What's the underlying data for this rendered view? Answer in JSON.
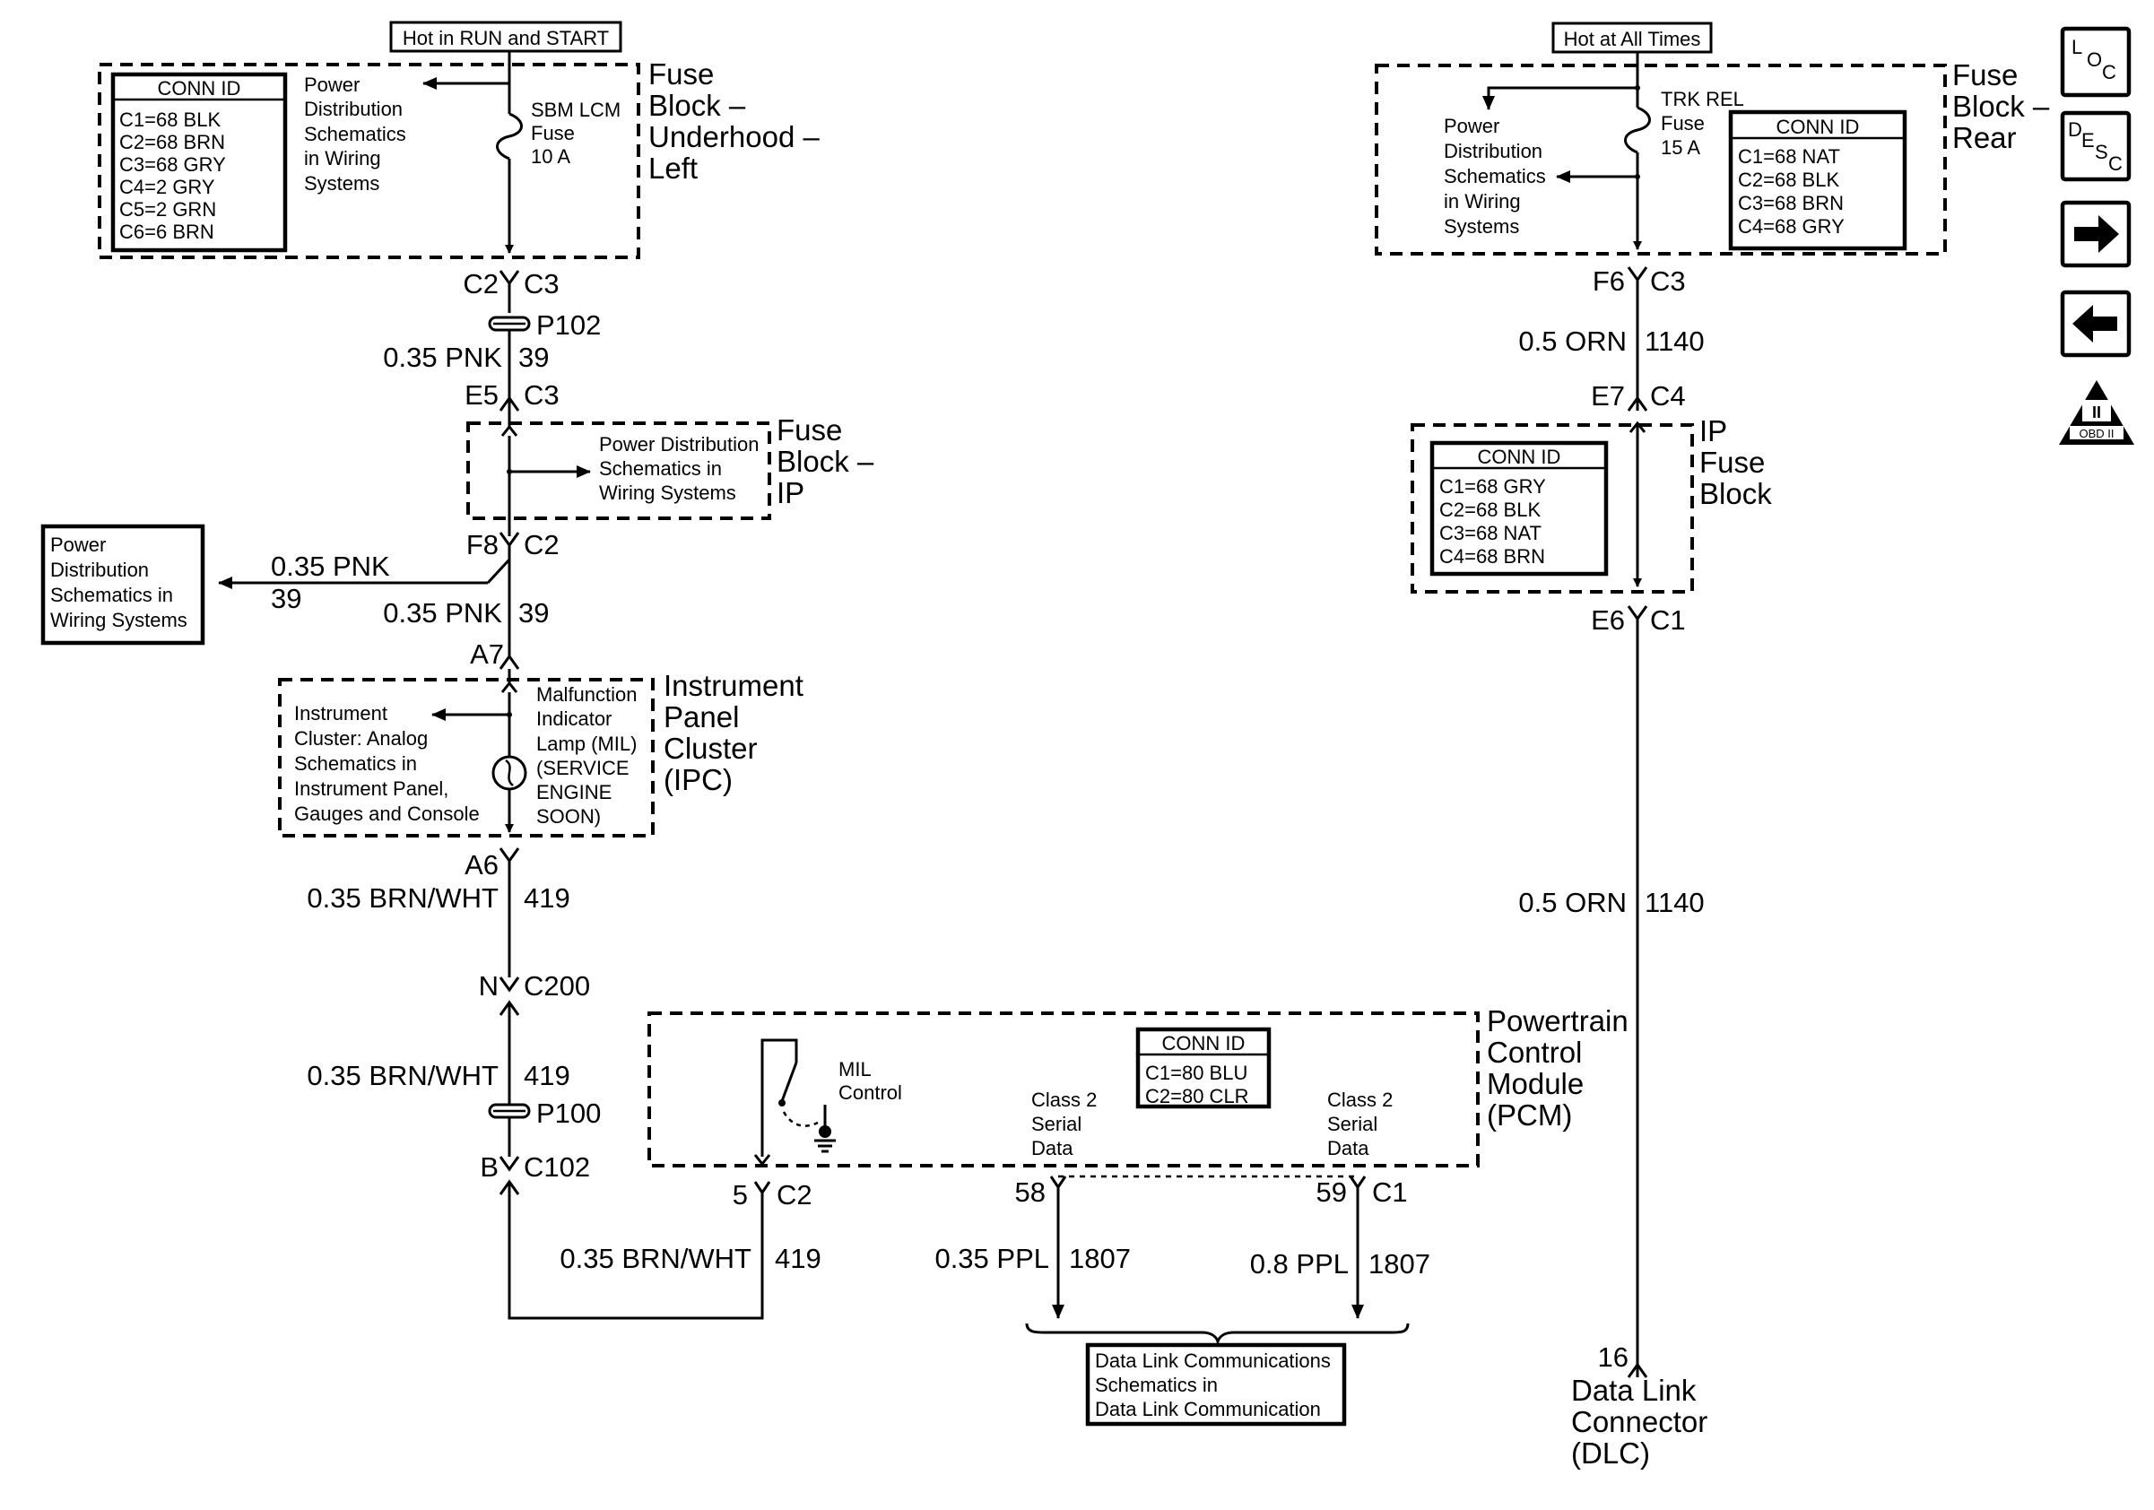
{
  "hot_run_start": "Hot in RUN and START",
  "hot_all_times": "Hot at All Times",
  "fbu": {
    "title": [
      "Fuse",
      "Block –",
      "Underhood –",
      "Left"
    ],
    "conn_header": "CONN ID",
    "conn": [
      "C1=68 BLK",
      "C2=68 BRN",
      "C3=68 GRY",
      "C4=2 GRY",
      "C5=2 GRN",
      "C6=6 BRN"
    ],
    "pd_ref": [
      "Power",
      "Distribution",
      "Schematics",
      "in Wiring",
      "Systems"
    ],
    "fuse": [
      "SBM LCM",
      "Fuse",
      "10 A"
    ]
  },
  "left": {
    "c2": "C2",
    "c3": "C3",
    "p102": "P102",
    "w1_gauge": "0.35 PNK",
    "w1_circuit": "39",
    "e5": "E5",
    "e5_c3": "C3"
  },
  "fbip": {
    "title": [
      "Fuse",
      "Block –",
      "IP"
    ],
    "pd_ref": [
      "Power Distribution",
      "Schematics in",
      "Wiring Systems"
    ],
    "f8": "F8",
    "c2": "C2"
  },
  "pd_box": [
    "Power",
    "Distribution",
    "Schematics in",
    "Wiring Systems"
  ],
  "splice": {
    "gauge": "0.35 PNK",
    "circuit": "39"
  },
  "w2": {
    "gauge": "0.35 PNK",
    "circuit": "39",
    "a7": "A7"
  },
  "ipc": {
    "title": [
      "Instrument",
      "Panel",
      "Cluster",
      "(IPC)"
    ],
    "ref": [
      "Instrument",
      "Cluster: Analog",
      "Schematics in",
      "Instrument Panel,",
      "Gauges and Console"
    ],
    "mil": [
      "Malfunction",
      "Indicator",
      "Lamp (MIL)",
      "(SERVICE",
      "ENGINE",
      "SOON)"
    ],
    "a6": "A6"
  },
  "w3": {
    "gauge": "0.35 BRN/WHT",
    "circuit": "419"
  },
  "c200": {
    "n": "N",
    "c": "C200"
  },
  "w4": {
    "gauge": "0.35 BRN/WHT",
    "circuit": "419",
    "p100": "P100",
    "b": "B",
    "c102": "C102"
  },
  "w5": {
    "gauge": "0.35 BRN/WHT",
    "circuit": "419"
  },
  "pcm": {
    "title": [
      "Powertrain",
      "Control",
      "Module",
      "(PCM)"
    ],
    "mil_ctrl": [
      "MIL",
      "Control"
    ],
    "conn_header": "CONN ID",
    "conn": [
      "C1=80 BLU",
      "C2=80 CLR"
    ],
    "class2a": [
      "Class 2",
      "Serial",
      "Data"
    ],
    "class2b": [
      "Class 2",
      "Serial",
      "Data"
    ],
    "pin5": "5",
    "pin5_c": "C2",
    "pin58": "58",
    "pin59": "59",
    "pin59_c": "C1"
  },
  "dl1": {
    "gauge": "0.35 PPL",
    "circuit": "1807"
  },
  "dl2": {
    "gauge": "0.8 PPL",
    "circuit": "1807"
  },
  "dlc_ref": [
    "Data Link Communications",
    "Schematics in",
    "Data Link Communication"
  ],
  "fbr": {
    "title": [
      "Fuse",
      "Block –",
      "Rear"
    ],
    "pd_ref": [
      "Power",
      "Distribution",
      "Schematics",
      "in Wiring",
      "Systems"
    ],
    "fuse": [
      "TRK REL",
      "Fuse",
      "15 A"
    ],
    "conn_header": "CONN ID",
    "conn": [
      "C1=68 NAT",
      "C2=68 BLK",
      "C3=68 BRN",
      "C4=68 GRY"
    ],
    "f6": "F6",
    "c3": "C3"
  },
  "r1": {
    "gauge": "0.5 ORN",
    "circuit": "1140",
    "e7": "E7",
    "c4": "C4"
  },
  "ipfb": {
    "title": [
      "IP",
      "Fuse",
      "Block"
    ],
    "conn_header": "CONN ID",
    "conn": [
      "C1=68 GRY",
      "C2=68 BLK",
      "C3=68 NAT",
      "C4=68 BRN"
    ],
    "e6": "E6",
    "c1": "C1"
  },
  "r2": {
    "gauge": "0.5 ORN",
    "circuit": "1140"
  },
  "dlc": {
    "pin": "16",
    "title": [
      "Data Link",
      "Connector",
      "(DLC)"
    ]
  },
  "nav": {
    "loc": [
      "L",
      "O",
      "C"
    ],
    "desc": [
      "D",
      "E",
      "S",
      "C"
    ],
    "obd": "OBD II",
    "obd_num": "II"
  }
}
